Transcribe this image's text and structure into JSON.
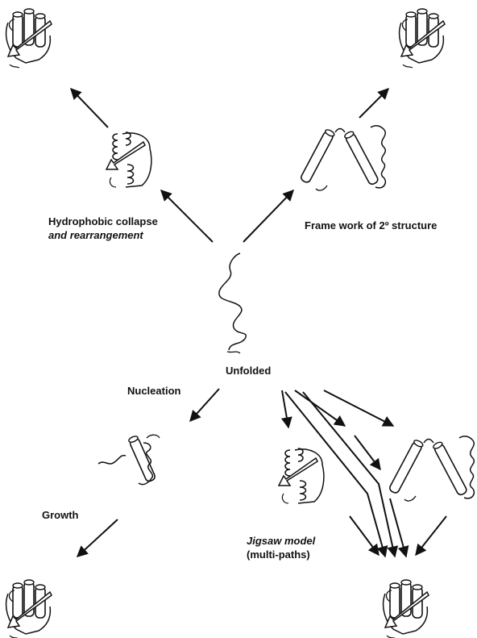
{
  "colors": {
    "ink": "#111111",
    "background": "#ffffff"
  },
  "labels": {
    "hydrophobic_line1": "Hydrophobic collapse",
    "hydrophobic_line2": "and rearrangement",
    "framework": "Frame work of 2º structure",
    "unfolded": "Unfolded",
    "nucleation": "Nucleation",
    "growth": "Growth",
    "jigsaw_line1": "Jigsaw model",
    "jigsaw_line2": "(multi-paths)"
  },
  "icons": [
    "native-folded-protein-icon",
    "collapsed-intermediate-icon",
    "secondary-structure-framework-icon",
    "unfolded-chain-icon",
    "nucleus-intermediate-icon"
  ]
}
